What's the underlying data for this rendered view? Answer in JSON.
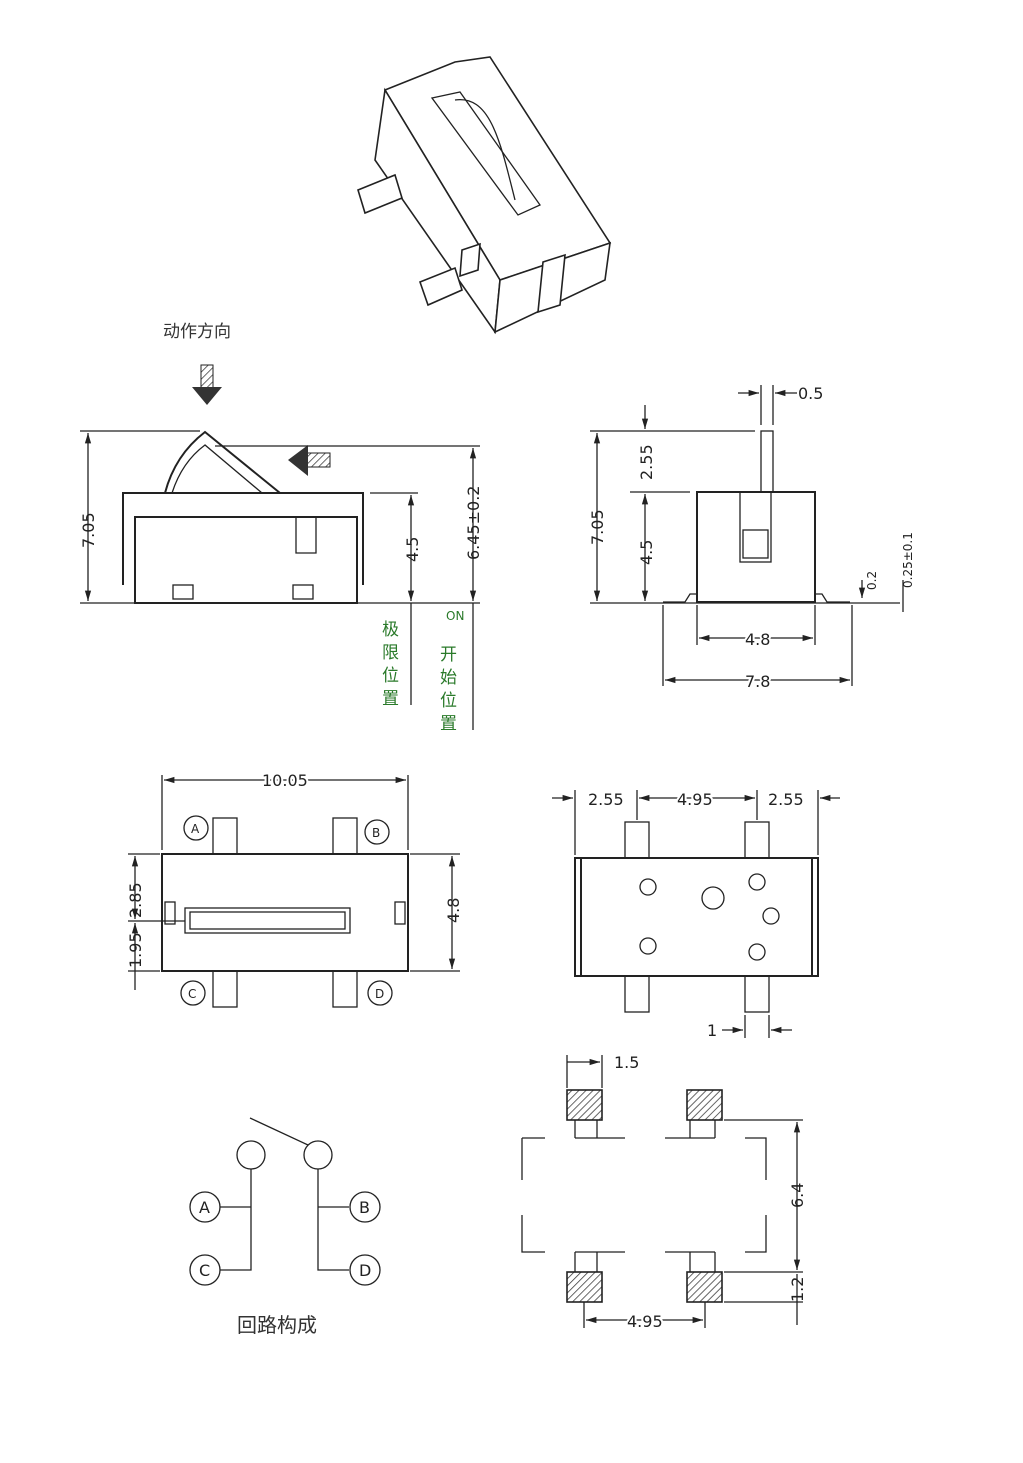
{
  "title_action": "动作方向",
  "side_view": {
    "h_total": "7.05",
    "h_on": "6.45±0.2",
    "h_body": "4.5",
    "limit_pos": "极限位置",
    "on_label": "ON",
    "start_pos": "开始位置"
  },
  "front_view": {
    "lever_w": "0.5",
    "lever_h": "2.55",
    "h_total": "7.05",
    "h_body": "4.5",
    "lead_t": "0.2",
    "lead_off": "0.25±0.1",
    "body_w": "4.8",
    "total_w": "7.8"
  },
  "top_view": {
    "length": "10.05",
    "upper": "2.85",
    "lower": "1.95",
    "width": "4.8",
    "terminals": [
      "A",
      "B",
      "C",
      "D"
    ]
  },
  "bottom_view": {
    "edge_l": "2.55",
    "pitch": "4.95",
    "edge_r": "2.55",
    "lead_w": "1"
  },
  "pad_layout": {
    "pad_w": "1.5",
    "pad_span": "6.4",
    "pad_h": "1.2",
    "pitch": "4.95"
  },
  "circuit": {
    "terminals": [
      "A",
      "B",
      "C",
      "D"
    ],
    "caption": "回路构成"
  }
}
